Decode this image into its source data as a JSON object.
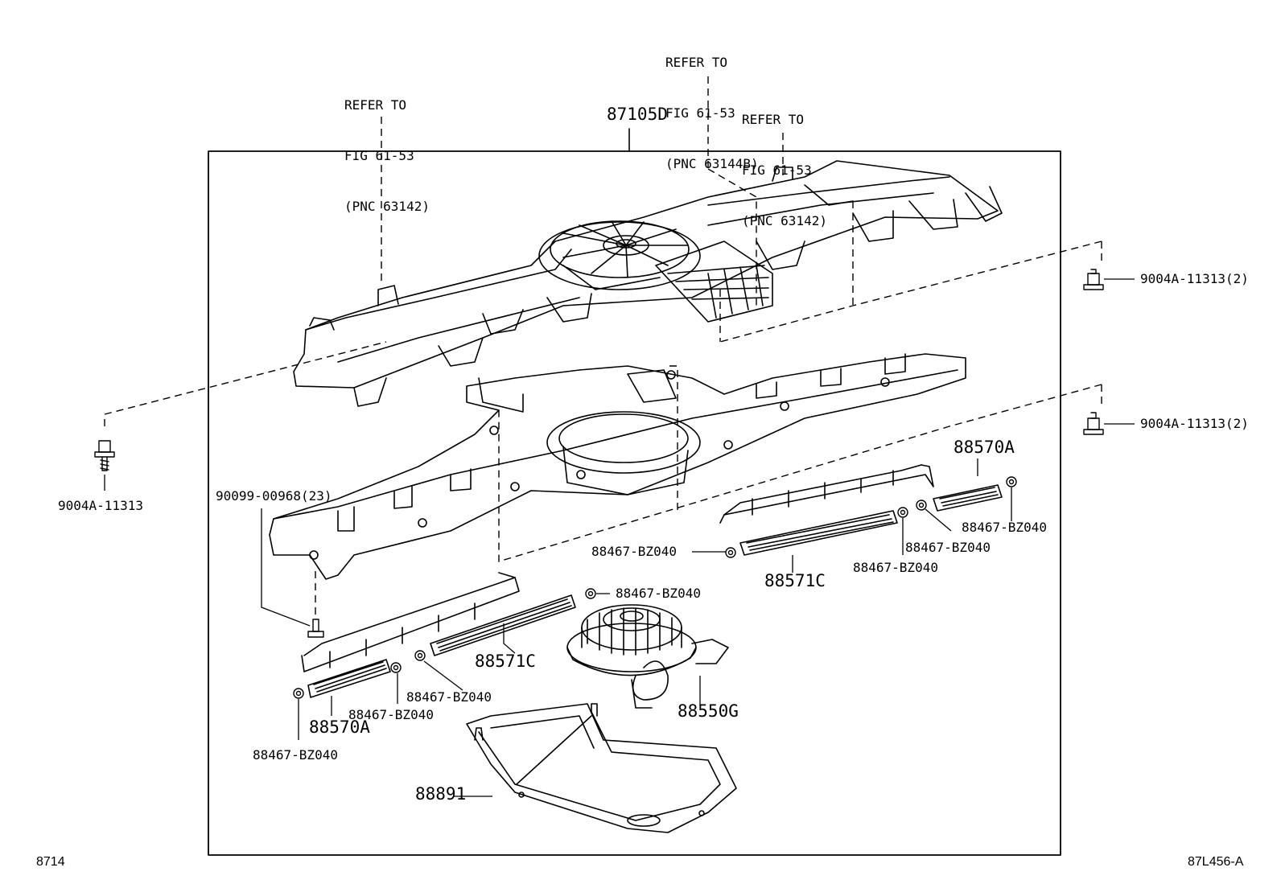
{
  "refs": [
    {
      "l1": "REFER TO",
      "l2": "FIG 61-53",
      "l3": "(PNC 63142)"
    },
    {
      "l1": "REFER TO",
      "l2": "FIG 61-53",
      "l3": "(PNC 63144B)"
    },
    {
      "l1": "REFER TO",
      "l2": "FIG 61-53",
      "l3": "(PNC 63142)"
    }
  ],
  "parts": {
    "assembly": "87105D",
    "bolt_left": "9004A-11313",
    "bolt_right_top": "9004A-11313(2)",
    "bolt_right_bottom": "9004A-11313(2)",
    "clip_screw": "90099-00968(23)",
    "filter_a_right": "88570A",
    "filter_a_left": "88570A",
    "filter_c_right": "88571C",
    "filter_c_left": "88571C",
    "motor": "88550G",
    "cover": "88891",
    "nut_1": "88467-BZ040",
    "nut_2": "88467-BZ040",
    "nut_3": "88467-BZ040",
    "nut_4": "88467-BZ040",
    "nut_5": "88467-BZ040",
    "nut_6": "88467-BZ040",
    "nut_7": "88467-BZ040",
    "nut_8": "88467-BZ040"
  },
  "footer": {
    "left_code": "8714",
    "right_code": "87L456-A"
  }
}
